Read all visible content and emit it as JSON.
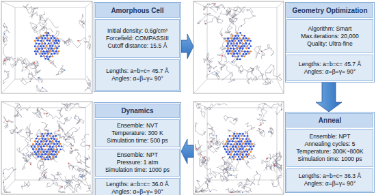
{
  "diagram": {
    "nodes": [
      {
        "text": [
          "Amorphous Cell",
          "Initial density: 0.6g/cm³",
          "Forcefield: COMPASSIII",
          "Cutoff distance: 15.5 Å",
          "Lengths: a=b=c= 45.7 Å",
          "Angles: α=β=γ= 90°"
        ]
      },
      {
        "text": [
          "Geometry Optimization",
          "Algorithm: Smart",
          "Max.iterations: 20,000",
          "Quality: Ultra-fine",
          "Lengths: a=b=c= 45.7 Å",
          "Angles: α=β=γ= 90°"
        ]
      },
      {
        "text": [
          "Anneal",
          "Ensemble: NPT",
          "Annealing cycles: 5",
          "Temperature: 300K~800K",
          "Simulation time: 1000 ps",
          "Lengths: a=b=c= 36.3 Å",
          "Angles: α=β=γ= 90°"
        ]
      },
      {
        "text": [
          "Dynamics",
          "Ensemble: NVT",
          "Temperature: 300 K",
          "Simulation time: 500 ps",
          "Ensemble: NPT",
          "Pressure: 1 atm",
          "Simulation time: 1000 ps",
          "Lengths: a=b=c= 36.0 Å",
          "Angles: α=β=γ= 90°"
        ]
      }
    ],
    "edges": [
      {
        "from": 0,
        "to": 1,
        "arrow": "to"
      },
      {
        "from": 1,
        "to": 2,
        "arrow": "to"
      },
      {
        "from": 2,
        "to": 3,
        "arrow": "to"
      }
    ]
  }
}
